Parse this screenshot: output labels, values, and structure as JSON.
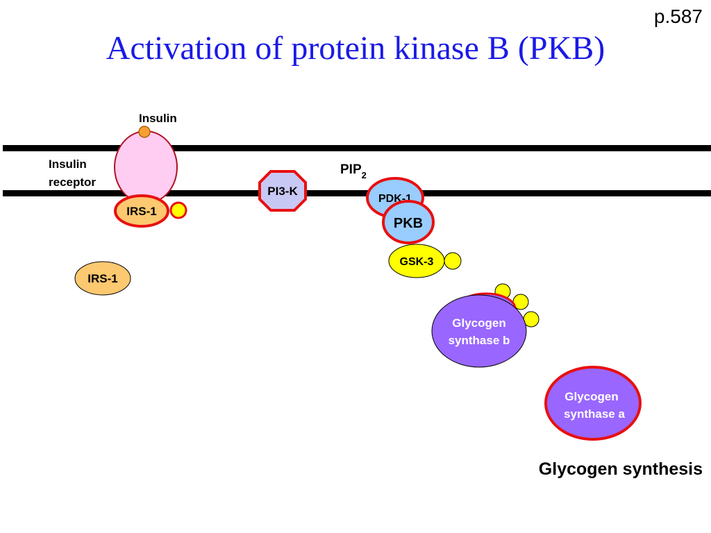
{
  "page_number": "p.587",
  "title": "Activation of protein kinase B (PKB)",
  "labels": {
    "insulin": "Insulin",
    "insulin_receptor_line1": "Insulin",
    "insulin_receptor_line2": "receptor",
    "irs1_bound": "IRS-1",
    "irs1_free": "IRS-1",
    "pi3k": "PI3-K",
    "pip_base": "PIP",
    "pip_sub": "2",
    "pdk1": "PDK-1",
    "pkb": "PKB",
    "gsk3": "GSK-3",
    "gs_b_line1": "Glycogen",
    "gs_b_line2": "synthase b",
    "gs_a_line1": "Glycogen",
    "gs_a_line2": "synthase a",
    "glycogen_synthesis": "Glycogen synthesis"
  },
  "colors": {
    "title": "#1a1ae6",
    "receptor_fill": "#ffccf2",
    "insulin_ligand": "#f5a030",
    "irs1_fill": "#fcc870",
    "phosphate": "#ffff00",
    "pi3k_fill": "#c8c8f5",
    "pdk1_fill": "#99ccff",
    "pkb_fill": "#99ccff",
    "gsk3_fill": "#ffff00",
    "glycogen_synthase": "#9966ff",
    "active_outline": "#e81010"
  }
}
